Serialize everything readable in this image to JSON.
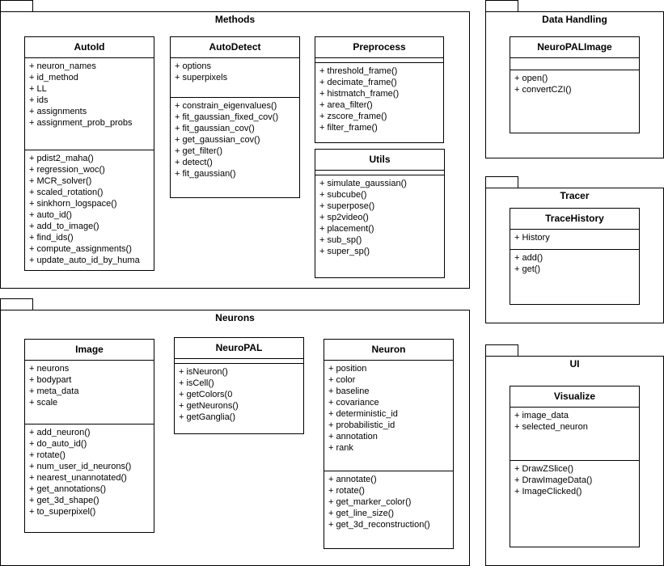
{
  "packages": {
    "methods": {
      "title": "Methods",
      "classes": {
        "autoid": {
          "name": "AutoId",
          "attributes": [
            "+ neuron_names",
            "+ id_method",
            "+ LL",
            "+ ids",
            "+ assignments",
            "+ assignment_prob_probs"
          ],
          "methods": [
            "+ pdist2_maha()",
            "+ regression_woc()",
            "+ MCR_solver()",
            "+ scaled_rotation()",
            "+ sinkhorn_logspace()",
            "+ auto_id()",
            "+ add_to_image()",
            "+ find_ids()",
            "+ compute_assignments()",
            "+ update_auto_id_by_huma"
          ]
        },
        "autodetect": {
          "name": "AutoDetect",
          "attributes": [
            "+ options",
            "+ superpixels"
          ],
          "methods": [
            "+ constrain_eigenvalues()",
            "+ fit_gaussian_fixed_cov()",
            "+ fit_gaussian_cov()",
            "+ get_gaussian_cov()",
            "+ get_filter()",
            "+ detect()",
            "+ fit_gaussian()"
          ]
        },
        "preprocess": {
          "name": "Preprocess",
          "attributes": [],
          "methods": [
            "+ threshold_frame()",
            "+ decimate_frame()",
            "+ histmatch_frame()",
            "+ area_filter()",
            "+ zscore_frame()",
            "+ filter_frame()"
          ]
        },
        "utils": {
          "name": "Utils",
          "attributes": [],
          "methods": [
            "+ simulate_gaussian()",
            "+ subcube()",
            "+ superpose()",
            "+ sp2video()",
            "+ placement()",
            "+ sub_sp()",
            "+ super_sp()"
          ]
        }
      }
    },
    "neurons": {
      "title": "Neurons",
      "classes": {
        "image": {
          "name": "Image",
          "attributes": [
            "+ neurons",
            "+ bodypart",
            "+ meta_data",
            "+ scale"
          ],
          "methods": [
            "+ add_neuron()",
            "+ do_auto_id()",
            "+ rotate()",
            "+ num_user_id_neurons()",
            "+ nearest_unannotated()",
            "+ get_annotations()",
            "+ get_3d_shape()",
            "+ to_superpixel()"
          ]
        },
        "neuropal": {
          "name": "NeuroPAL",
          "attributes": [],
          "methods": [
            "+ isNeuron()",
            "+ isCell()",
            "+ getColors(0",
            "+ getNeurons()",
            "+ getGanglia()"
          ]
        },
        "neuron": {
          "name": "Neuron",
          "attributes": [
            "+ position",
            "+ color",
            "+ baseline",
            "+ covariance",
            "+ deterministic_id",
            "+ probabilistic_id",
            "+ annotation",
            "+ rank"
          ],
          "methods": [
            "+ annotate()",
            "+ rotate()",
            "+ get_marker_color()",
            "+ get_line_size()",
            "+ get_3d_reconstruction()"
          ]
        }
      }
    },
    "data_handling": {
      "title": "Data Handling",
      "classes": {
        "neuropalimage": {
          "name": "NeuroPALImage",
          "attributes": [],
          "methods": [
            "+ open()",
            "+ convertCZI()"
          ]
        }
      }
    },
    "tracer": {
      "title": "Tracer",
      "classes": {
        "tracehistory": {
          "name": "TraceHistory",
          "attributes": [
            "+ History"
          ],
          "methods": [
            "+ add()",
            "+ get()"
          ]
        }
      }
    },
    "ui": {
      "title": "UI",
      "classes": {
        "visualize": {
          "name": "Visualize",
          "attributes": [
            "+ image_data",
            "+ selected_neuron"
          ],
          "methods": [
            "+ DrawZSlice()",
            "+ DrawImageData()",
            "+ ImageClicked()"
          ]
        }
      }
    }
  }
}
